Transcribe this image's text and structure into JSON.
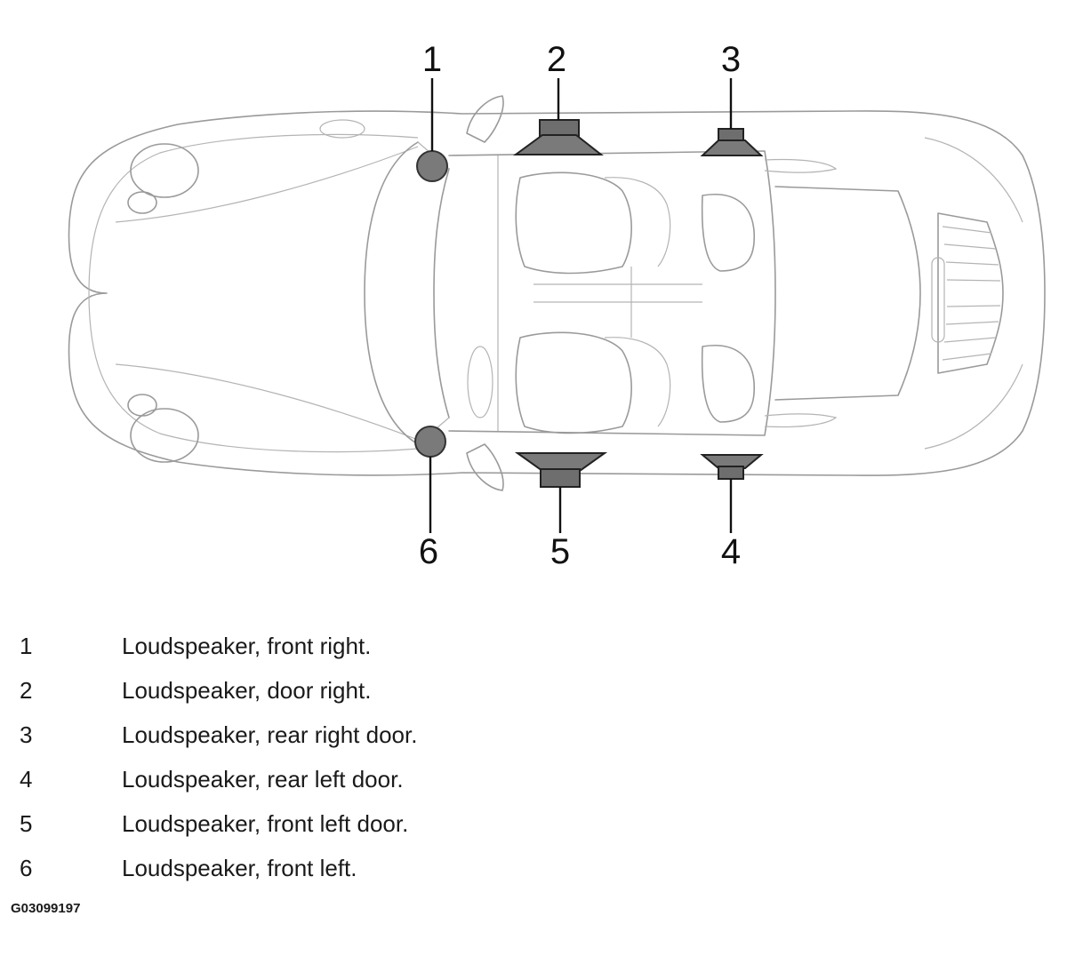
{
  "callouts": [
    {
      "id": "1"
    },
    {
      "id": "2"
    },
    {
      "id": "3"
    },
    {
      "id": "4"
    },
    {
      "id": "5"
    },
    {
      "id": "6"
    }
  ],
  "legend": [
    {
      "num": "1",
      "text": "Loudspeaker, front right."
    },
    {
      "num": "2",
      "text": "Loudspeaker, door right."
    },
    {
      "num": "3",
      "text": "Loudspeaker, rear right door."
    },
    {
      "num": "4",
      "text": "Loudspeaker, rear left door."
    },
    {
      "num": "5",
      "text": "Loudspeaker, front left door."
    },
    {
      "num": "6",
      "text": "Loudspeaker, front left."
    }
  ],
  "figure_id": "G03099197",
  "colors": {
    "speaker_fill": "#7a7a7a",
    "car_outline": "#9a9a9a",
    "text": "#111111"
  }
}
